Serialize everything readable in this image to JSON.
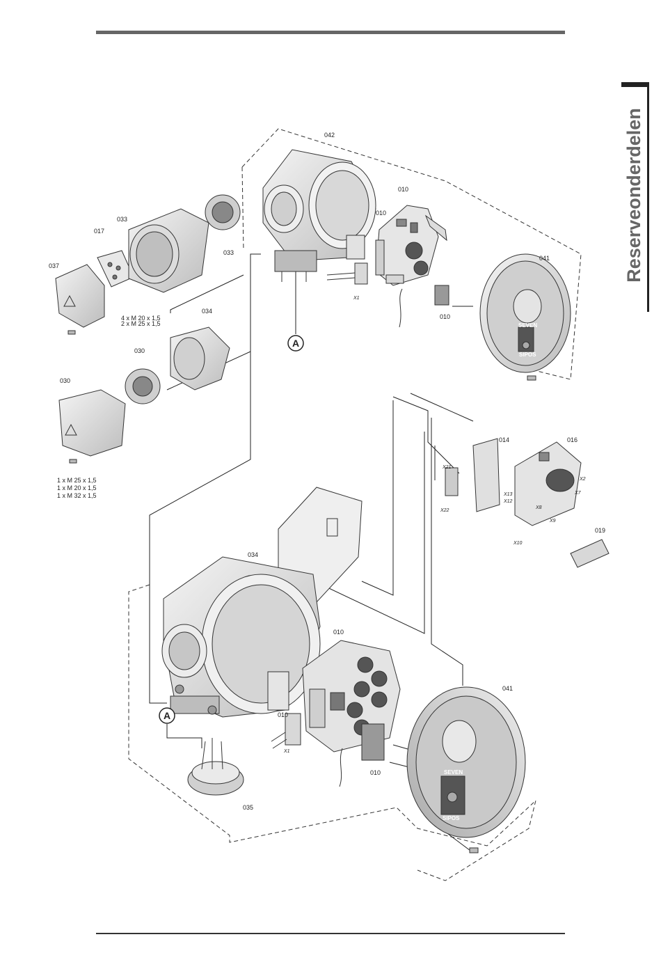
{
  "side_tab": {
    "label": "Reserveonderdelen"
  },
  "parts": {
    "p042": "042",
    "p010_top_board": "010",
    "p010_top_terminal": "010",
    "p010_top_plate": "010",
    "p041_top": "041",
    "p033_left": "033",
    "p017": "017",
    "p037": "037",
    "p033_fan": "033",
    "p034_top": "034",
    "p030_fan": "030",
    "p030_cover": "030",
    "p014": "014",
    "p016": "016",
    "p019": "019",
    "p034_bottom": "034",
    "p010_bottom_board": "010",
    "p010_bottom_terminal": "010",
    "p010_bottom_plate": "010",
    "p041_bottom": "041",
    "p035": "035"
  },
  "specs": {
    "upper_line1": "4 x M 20 x 1,5",
    "upper_line2": "2 x M 25 x 1,5",
    "lower_line1": "1 x M 25 x 1,5",
    "lower_line2": "1 x M 20 x 1,5",
    "lower_line3": "1 x M 32 x 1,5"
  },
  "connectors": {
    "x1_top": "X1",
    "x1_bottom": "X1",
    "x21": "X21",
    "x22": "X22",
    "x13": "X13",
    "x12": "X12",
    "x2": "X2",
    "x7": "X7",
    "x8": "X8",
    "x9": "X9",
    "x10": "X10"
  },
  "callout": {
    "a_upper": "A",
    "a_lower": "A"
  },
  "brand": {
    "name_top": "SEVEN",
    "model_top": "SIPOS",
    "name_bottom": "SEVEN",
    "model_bottom": "SIPOS"
  }
}
